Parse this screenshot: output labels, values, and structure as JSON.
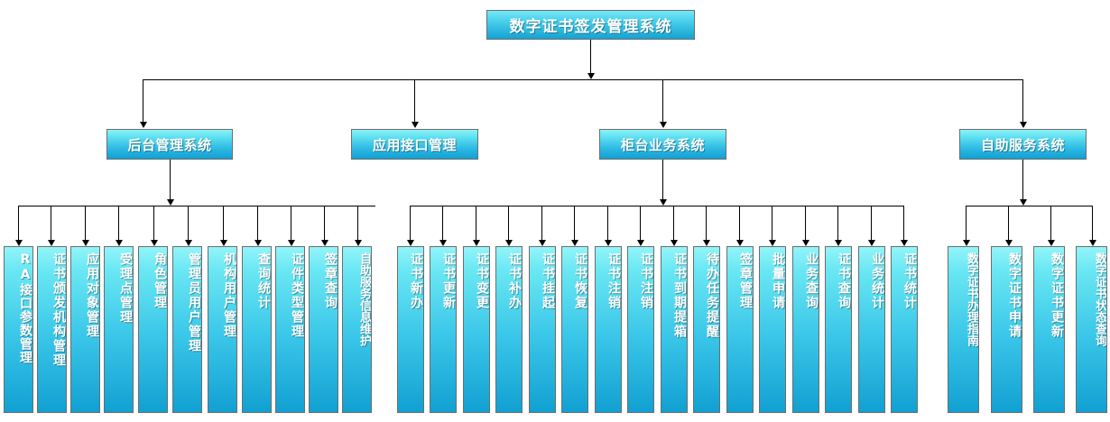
{
  "diagram": {
    "type": "org-chart",
    "title": "数字证书签发管理系统",
    "root": {
      "label": "数字证书签发管理系统"
    },
    "branches": [
      {
        "id": "backend",
        "label": "后台管理系统",
        "leaves": [
          "RA接口参数管理",
          "证书颁发机构管理",
          "应用对象管理",
          "受理点管理",
          "角色管理",
          "管理员用户管理",
          "机构用户管理",
          "查询统计",
          "证件类型管理",
          "签章查询",
          "自助服务信息维护"
        ]
      },
      {
        "id": "api",
        "label": "应用接口管理",
        "leaves": []
      },
      {
        "id": "counter",
        "label": "柜台业务系统",
        "leaves": [
          "证书新办",
          "证书更新",
          "证书变更",
          "证书补办",
          "证书挂起",
          "证书恢复",
          "证书注销",
          "证书注销",
          "证书到期提箱",
          "待办任务提醒",
          "签章管理",
          "批量申请",
          "业务查询",
          "证书查询",
          "业务统计",
          "证书统计"
        ]
      },
      {
        "id": "selfservice",
        "label": "自助服务系统",
        "leaves": [
          "数字证书办理指南",
          "数字证书申请",
          "数字证书更新",
          "数字证书状态查询"
        ]
      }
    ],
    "colors": {
      "box_top": "#8df2f7",
      "box_bottom": "#12a0d2",
      "box_border": "#6d6d6d",
      "connector": "#000000",
      "text": "#ffffff",
      "background": "#ffffff"
    }
  }
}
